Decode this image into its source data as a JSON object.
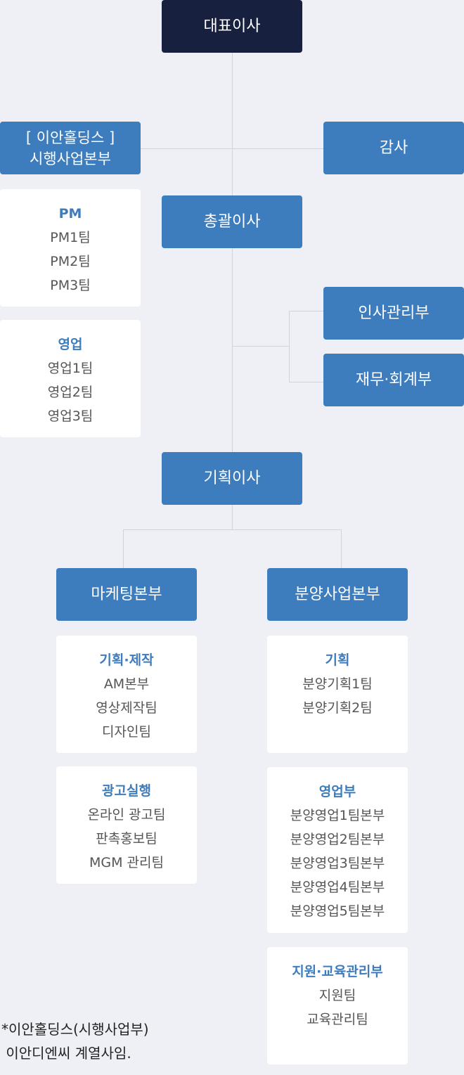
{
  "ceo": "대표이사",
  "holdings": {
    "line1": "[ 이안홀딩스 ]",
    "line2": "시행사업본부"
  },
  "audit": "감사",
  "general_director": "총괄이사",
  "pm": {
    "head": "PM",
    "items": [
      "PM1팀",
      "PM2팀",
      "PM3팀"
    ]
  },
  "sales": {
    "head": "영업",
    "items": [
      "영업1팀",
      "영업2팀",
      "영업3팀"
    ]
  },
  "hr": "인사관리부",
  "finance": "재무·회계부",
  "planning_director": "기획이사",
  "marketing": "마케팅본부",
  "presale": "분양사업본부",
  "plan_prod": {
    "head": "기획·제작",
    "items": [
      "AM본부",
      "영상제작팀",
      "디자인팀"
    ]
  },
  "ad_exec": {
    "head": "광고실행",
    "items": [
      "온라인 광고팀",
      "판촉홍보팀",
      "MGM 관리팀"
    ]
  },
  "presale_plan": {
    "head": "기획",
    "items": [
      "분양기획1팀",
      "분양기획2팀"
    ]
  },
  "presale_sales": {
    "head": "영업부",
    "items": [
      "분양영업1팀본부",
      "분양영업2팀본부",
      "분양영업3팀본부",
      "분양영업4팀본부",
      "분양영업5팀본부"
    ]
  },
  "support": {
    "head": "지원·교육관리부",
    "items": [
      "지원팀",
      "교육관리팀"
    ]
  },
  "footnote": {
    "line1": "*이안홀딩스(시행사업부)",
    "line2": " 이안디엔씨 계열사임."
  },
  "colors": {
    "navy": "#17213f",
    "blue": "#3d7cbd",
    "background": "#eef0f5",
    "line": "#cfd3da"
  }
}
